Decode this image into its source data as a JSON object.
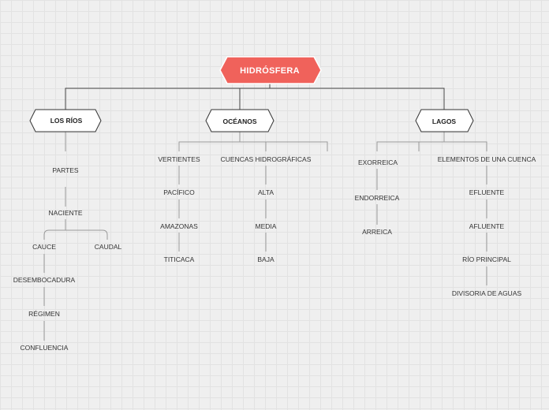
{
  "root": "HIDRÓSFERA",
  "rios": {
    "title": "LOS RÍOS",
    "partes": "PARTES",
    "naciente": "NACIENTE",
    "cauce": "CAUCE",
    "caudal": "CAUDAL",
    "desembocadura": "DESEMBOCADURA",
    "regimen": "RÉGIMEN",
    "confluencia": "CONFLUENCIA"
  },
  "oceanos": {
    "title": "OCÉANOS",
    "vertientes": "VERTIENTES",
    "pacifico": "PACÍFICO",
    "amazonas": "AMAZONAS",
    "titicaca": "TITICACA",
    "cuencas": "CUENCAS HIDROGRÁFICAS",
    "alta": "ALTA",
    "media": "MEDIA",
    "baja": "BAJA"
  },
  "lagos": {
    "title": "LAGOS",
    "exorreica": "EXORREICA",
    "endorreica": "ENDORREICA",
    "arreica": "ARREICA",
    "elementos": "ELEMENTOS DE UNA CUENCA",
    "efluente": "EFLUENTE",
    "afluente": "AFLUENTE",
    "rio_principal": "RÍO PRINCIPAL",
    "divisoria": "DIVISORIA DE AGUAS"
  },
  "colors": {
    "root_fill": "#f0625b",
    "root_stroke": "#ffffff",
    "main_line": "#444444",
    "sub_line": "#9a9a9a",
    "hex_fill": "#ffffff",
    "hex_stroke": "#333333"
  }
}
